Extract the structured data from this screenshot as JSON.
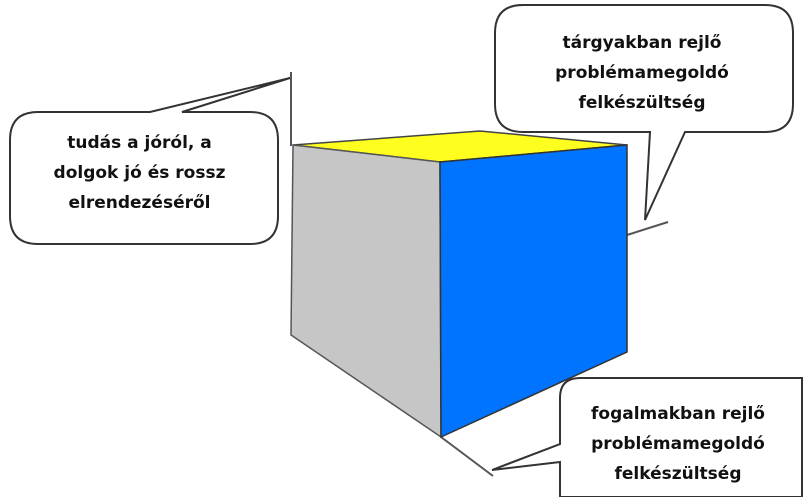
{
  "diagram": {
    "faces": {
      "top": "#ffff1f",
      "left": "#c6c6c6",
      "right": "#0073ff"
    },
    "callouts": {
      "left": {
        "lines": [
          "tudás a jóról, a",
          "dolgok jó és rossz",
          "elrendezéséről"
        ]
      },
      "top_right": {
        "lines": [
          "tárgyakban rejlő",
          "problémamegoldó",
          "felkészültség"
        ]
      },
      "bottom_right": {
        "lines": [
          "fogalmakban rejlő",
          "problémamegoldó",
          "felkészültség"
        ]
      }
    }
  }
}
